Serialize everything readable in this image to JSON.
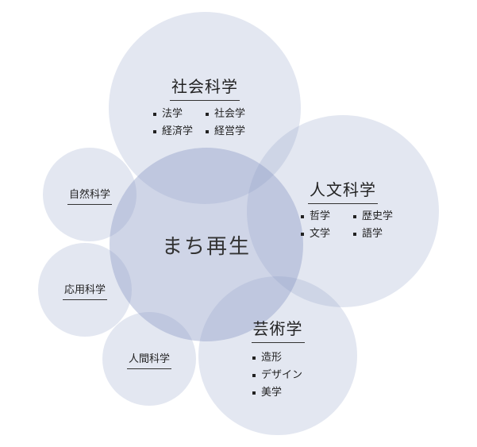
{
  "center": {
    "label": "まち再生"
  },
  "social_science": {
    "title": "社会科学",
    "items": [
      "法学",
      "社会学",
      "経済学",
      "経営学"
    ]
  },
  "humanities": {
    "title": "人文科学",
    "items": [
      "哲学",
      "歴史学",
      "文学",
      "語学"
    ]
  },
  "arts": {
    "title": "芸術学",
    "items": [
      "造形",
      "デザイン",
      "美学"
    ]
  },
  "natural_science": {
    "title": "自然科学"
  },
  "applied_science": {
    "title": "応用科学"
  },
  "human_science": {
    "title": "人間科学"
  }
}
